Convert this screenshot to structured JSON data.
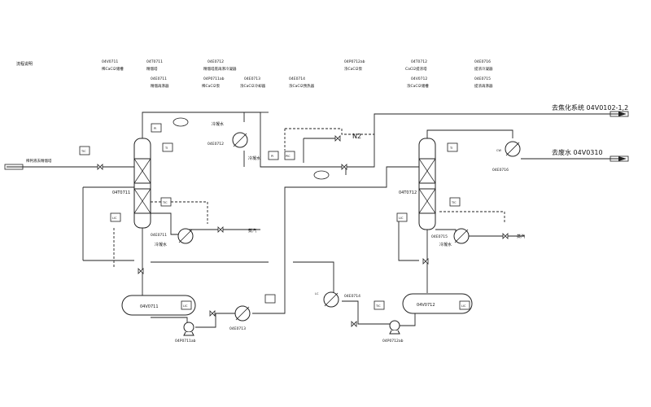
{
  "header": {
    "title": "流程说明",
    "legend": [
      {
        "tag": "04V0711",
        "desc": "稀CaCl2储槽"
      },
      {
        "tag": "04T0711",
        "desc": "精馏塔"
      },
      {
        "tag": "04E0712",
        "desc": "精馏塔底再沸冷凝器"
      },
      {
        "tag": "04E0711",
        "desc": "精馏再沸器"
      },
      {
        "tag": "04P0711ab",
        "desc": "稀CaCl2泵"
      },
      {
        "tag": "04E0713",
        "desc": "浓CaCl2冷却器"
      },
      {
        "tag": "04E0714",
        "desc": "浓CaCl2预热器"
      },
      {
        "tag": "04P0712ab",
        "desc": "浓CaCl2泵"
      },
      {
        "tag": "04T0712",
        "desc": "CaCl2提浓塔"
      },
      {
        "tag": "04V0712",
        "desc": "浓CaCl2储槽"
      },
      {
        "tag": "04E0716",
        "desc": "提浓冷凝器"
      },
      {
        "tag": "04E0715",
        "desc": "提浓再沸器"
      }
    ]
  },
  "streams": {
    "feed": "稀钙液去精馏塔",
    "steam1": "蒸汽",
    "steam2": "蒸汽",
    "cooling_water_top": "冷凝水",
    "water_label": "冷凝水",
    "n2": "N2",
    "out1": "去焦化系统 04V0102-1,2",
    "out2": "去废水 04V0310"
  },
  "equipment": {
    "col1": "04T0711",
    "col2": "04T0712",
    "hx_top1": "04E0712",
    "reb1": "04E0711",
    "tank1": "04V0711",
    "pump1": "04P0711ab",
    "cooler1": "04E0713",
    "preheater": "04E0714",
    "tank2": "04V0712",
    "pump2": "04P0712ab",
    "cond2": "04E0716",
    "reb2": "04E0715"
  },
  "instruments": {
    "feed": "TIC",
    "top1": "PI",
    "top1b": "TI",
    "mid1": "TIC",
    "low1": "LIC",
    "v1": "LIC",
    "pi_a": "PI",
    "pi_b": "PIC",
    "top2": "TI",
    "mid2": "TIC",
    "low2": "LIC",
    "v2": "LIC",
    "pre": "TIC",
    "cw": "CW",
    "lc": "LC"
  }
}
